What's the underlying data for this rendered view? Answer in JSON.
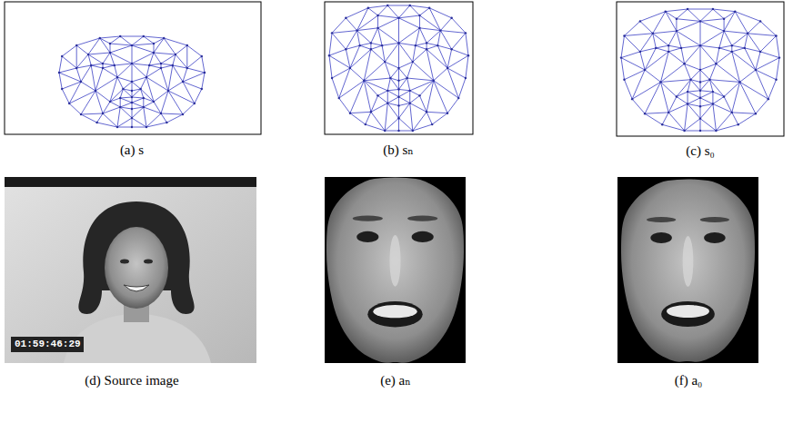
{
  "diagram": {
    "labels": [
      "(a) s",
      "(b) sₙ",
      "(c) s₀",
      "(d) Source image",
      "(e) aₙ",
      "(f) a₀",
      "01:59:46:29"
    ]
  }
}
